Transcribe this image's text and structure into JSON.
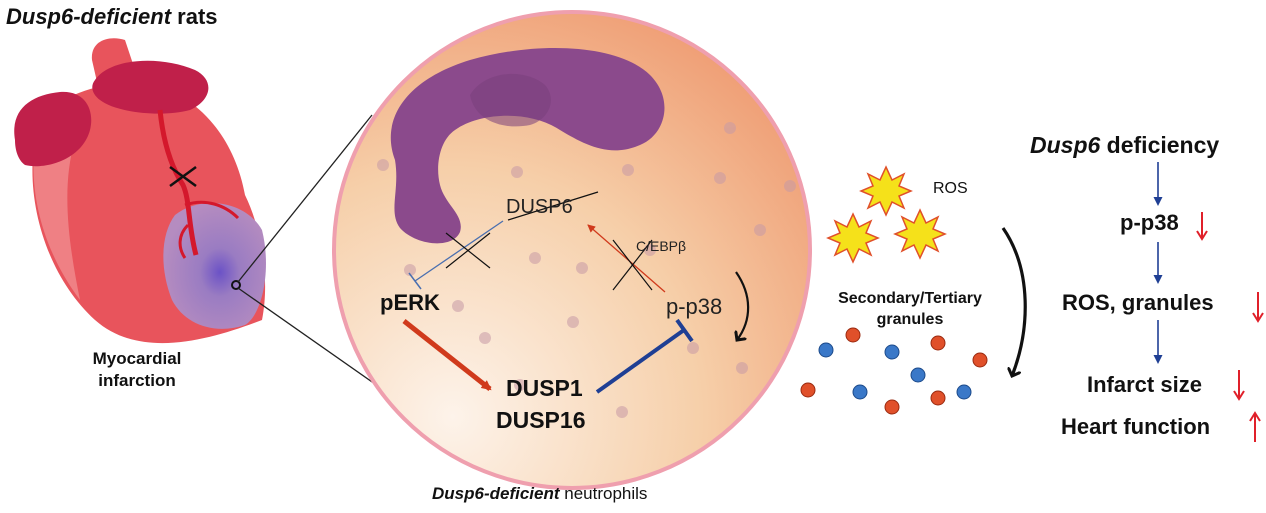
{
  "title": {
    "italic": "Dusp6-deficient",
    "rest": " rats"
  },
  "heart": {
    "caption_line1": "Myocardial",
    "caption_line2": "infarction"
  },
  "neutrophil": {
    "caption_italic": "Dusp6-deficient",
    "caption_rest": " neutrophils",
    "dusp6_label": "DUSP6",
    "cebpb_label": "C/EBPβ",
    "perk_label": "pERK",
    "pp38_label": "p-p38",
    "dusp1_label": "DUSP1",
    "dusp16_label": "DUSP16"
  },
  "granules_panel": {
    "ros_label": "ROS",
    "granules_line1": "Secondary/Tertiary",
    "granules_line2": "granules"
  },
  "summary": {
    "head_italic": "Dusp6",
    "head_rest": " deficiency",
    "step1": "p-p38",
    "step2": "ROS, granules",
    "step3": "Infarct size",
    "step4": "Heart function"
  },
  "colors": {
    "heart_red": "#e8545c",
    "heart_dark": "#c0204a",
    "infarct_purple": "#a07ab8",
    "nucleus": "#8b4a8c",
    "activation_arrow": "#d03a1c",
    "inhibition_line": "#1f3f94",
    "summary_arrow": "#1f3f94",
    "down_up_arrow": "#e0202a",
    "granule_red": "#e0502a",
    "granule_blue": "#3a78c8",
    "ros_star": "#f5e11a"
  }
}
